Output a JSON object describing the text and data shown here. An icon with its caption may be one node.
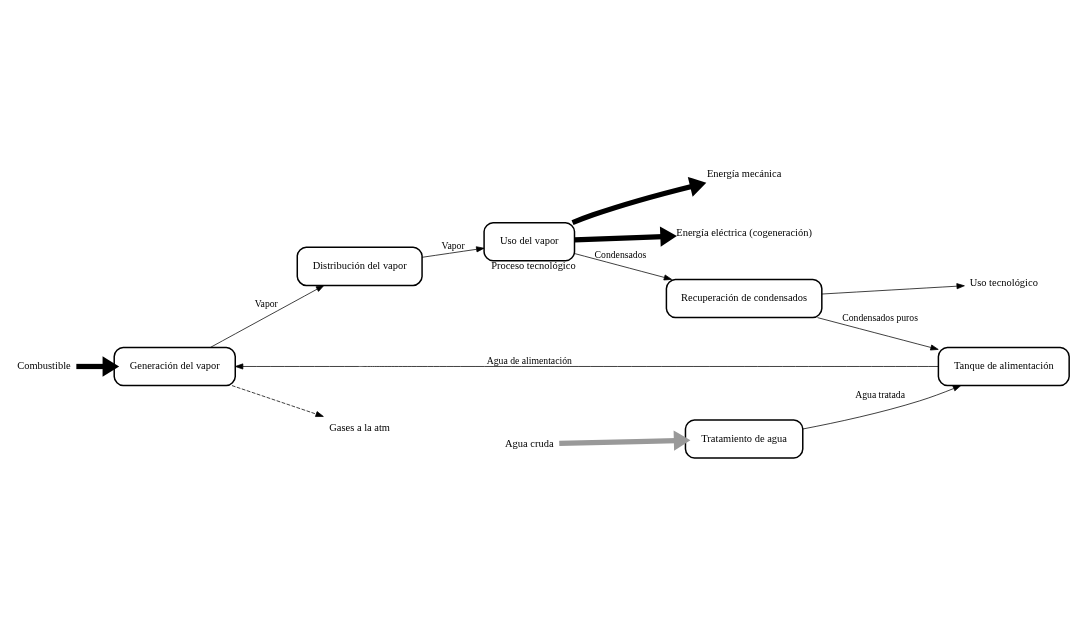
{
  "diagram": {
    "nodes": [
      {
        "text": [
          "Generación del vapor"
        ]
      },
      {
        "text": [
          "Distribución del vapor"
        ]
      },
      {
        "text": [
          "Uso del vapor"
        ],
        "beside": [
          "Proceso tecnológico"
        ]
      },
      {
        "text": [
          "Recuperación de condensados"
        ]
      },
      {
        "text": [
          "Tanque de alimentación"
        ]
      },
      {
        "text": [
          "Tratamiento de agua"
        ]
      },
      {
        "text": [
          "Combustible"
        ]
      },
      {
        "text": [
          "Gases a la atm"
        ]
      },
      {
        "text": [
          "Energía mecánica"
        ]
      },
      {
        "text": [
          "Energía eléctrica (cogeneración)"
        ]
      },
      {
        "text": [
          "Uso tecnológico"
        ]
      },
      {
        "text": [
          "Agua cruda"
        ]
      }
    ],
    "edges": [
      {
        "from": 6,
        "to": 0,
        "arrow": "to",
        "style": "thick"
      },
      {
        "from": 0,
        "to": 7,
        "arrow": "to",
        "style": "dashed"
      },
      {
        "from": 0,
        "to": 1,
        "arrow": "to",
        "label": "Vapor"
      },
      {
        "from": 1,
        "to": 2,
        "arrow": "to",
        "label": "Vapor"
      },
      {
        "from": 2,
        "to": 8,
        "arrow": "to",
        "style": "thick"
      },
      {
        "from": 2,
        "to": 9,
        "arrow": "to",
        "style": "thick"
      },
      {
        "from": 2,
        "to": 3,
        "arrow": "to",
        "label": "Condensados"
      },
      {
        "from": 3,
        "to": 4,
        "arrow": "to",
        "label": "Condensados puros"
      },
      {
        "from": 4,
        "to": 0,
        "arrow": "to",
        "label": "Agua de alimentación"
      },
      {
        "from": 5,
        "to": 4,
        "arrow": "to",
        "label": "Agua tratada"
      },
      {
        "from": 3,
        "to": 10,
        "arrow": "to"
      },
      {
        "from": 11,
        "to": 5,
        "arrow": "to",
        "style": "thick",
        "color": "#999999"
      }
    ]
  }
}
